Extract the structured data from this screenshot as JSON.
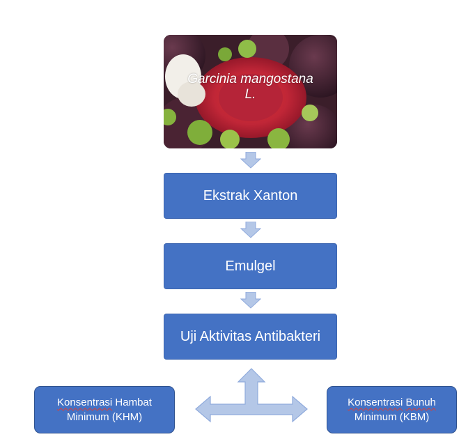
{
  "photo": {
    "label_line1": "Garcinia mangostana",
    "label_line2": "L."
  },
  "steps": [
    {
      "label": "Ekstrak Xanton"
    },
    {
      "label": "Emulgel"
    },
    {
      "label": "Uji Aktivitas Antibakteri"
    }
  ],
  "results": {
    "left": {
      "line1_word": "Konsentrasi",
      "line1_rest": "Hambat",
      "line2": "Minimum (KHM)"
    },
    "right": {
      "line1_word": "Konsentrasi",
      "line1_rest": "Bunuh",
      "line2": "Minimum (KBM)"
    }
  },
  "colors": {
    "box_fill": "#4472c4",
    "arrow_fill": "#b4c7e7",
    "arrow_stroke": "#8faadc"
  }
}
